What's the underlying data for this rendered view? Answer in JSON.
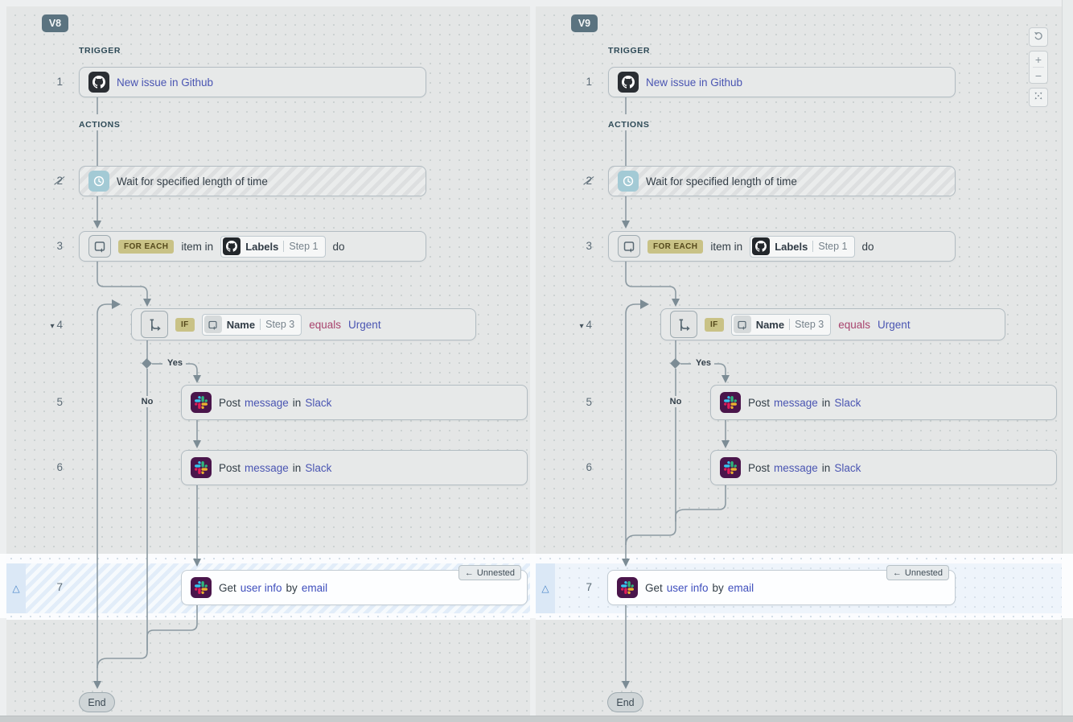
{
  "version_labels": {
    "left": "V8",
    "right": "V9"
  },
  "section_labels": {
    "trigger": "TRIGGER",
    "actions": "ACTIONS"
  },
  "steps": {
    "s1": {
      "num": "1",
      "title": "New issue in Github"
    },
    "s2": {
      "num": "2",
      "title": "Wait for specified length of time"
    },
    "s3": {
      "num": "3",
      "keyword": "FOR EACH",
      "text_a": "item in",
      "ref_name": "Labels",
      "ref_step": "Step 1",
      "text_b": "do"
    },
    "s4": {
      "num": "4",
      "keyword": "IF",
      "ref_name": "Name",
      "ref_step": "Step 3",
      "operator": "equals",
      "value": "Urgent"
    },
    "s5": {
      "num": "5",
      "prefix": "Post",
      "link1": "message",
      "mid": "in",
      "link2": "Slack"
    },
    "s6": {
      "num": "6",
      "prefix": "Post",
      "link1": "message",
      "mid": "in",
      "link2": "Slack"
    },
    "s7": {
      "num": "7",
      "prefix": "Get",
      "link1": "user info",
      "mid": "by",
      "link2": "email"
    }
  },
  "branch_labels": {
    "yes": "Yes",
    "no": "No"
  },
  "end_label": "End",
  "unnested_badge": {
    "arrow": "←",
    "label": "Unnested"
  },
  "change_marker": "△",
  "collapse_caret": "▾",
  "controls": {
    "zoom_in": "+",
    "zoom_out": "−"
  },
  "colors": {
    "link": "#4a55b2",
    "operator": "#a8436d",
    "keyword_badge": "#c9c286",
    "slack": "#4a154b",
    "github": "#2a2e33",
    "clock": "#a3cad5",
    "highlight_row": "#dbe8f6",
    "canvas": "#e4e6e6"
  }
}
